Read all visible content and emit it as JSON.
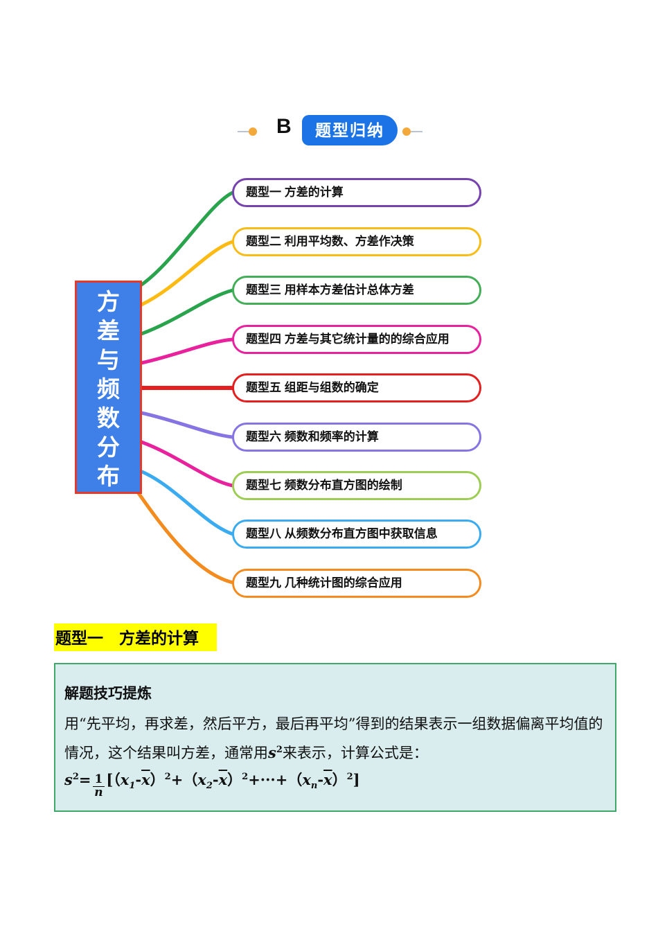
{
  "header": {
    "prefix_letter": "B",
    "badge_label": "题型归纳",
    "badge_color": "#1b73e6",
    "dot_color": "#f2a83a",
    "line_color": "#b9c4d4"
  },
  "mindmap": {
    "central_topic": {
      "text": "方差与频数分布",
      "bg_color": "#3e7fe8",
      "border_color": "#e6392c"
    },
    "branches": [
      {
        "label": "题型一 方差的计算",
        "border_color": "#7642ad",
        "curve_color": "#2aa34d"
      },
      {
        "label": "题型二  利用平均数、方差作决策",
        "border_color": "#f8bc16",
        "curve_color": "#fcba12"
      },
      {
        "label": "题型三 用样本方差估计总体方差",
        "border_color": "#44ad58",
        "curve_color": "#2aa34d"
      },
      {
        "label": "题型四  方差与其它统计量的的综合应用",
        "border_color": "#e8219d",
        "curve_color": "#e8219d"
      },
      {
        "label": "题型五 组距与组数的确定",
        "border_color": "#e31f1f",
        "curve_color": "#e31f1f"
      },
      {
        "label": "题型六 频数和频率的计算",
        "border_color": "#8674e2",
        "curve_color": "#8674e2"
      },
      {
        "label": "题型七 频数分布直方图的绘制",
        "border_color": "#9ecd55",
        "curve_color": "#e8219d"
      },
      {
        "label": "题型八 从频数分布直方图中获取信息",
        "border_color": "#3aabf0",
        "curve_color": "#3aabf0"
      },
      {
        "label": "题型九 几种统计图的综合应用",
        "border_color": "#f38b1f",
        "curve_color": "#f38b1f"
      }
    ]
  },
  "section": {
    "heading": "题型一　方差的计算",
    "highlight_color": "#ffff00"
  },
  "tip_box": {
    "bg_color": "#d9edee",
    "border_color": "#3fa768",
    "title": "解题技巧提炼",
    "paragraph_before_s": "用“先平均，再求差，然后平方，最后再平均”得到的结果表示一组数据偏离平均值的情况，这个结果叫方差，通常用",
    "s_symbol": "s",
    "s_sup": "2",
    "paragraph_after_s": "来表示，计算公式是：",
    "formula": {
      "lhs": "s",
      "lhs_sup": "2",
      "equals": "=",
      "frac_num": "1",
      "frac_den": "n",
      "open_bracket": "[",
      "plus": "+",
      "dots": "+···+",
      "close_bracket": "]",
      "terms": [
        {
          "open": "（",
          "var": "x",
          "sub": "1",
          "minus": "-",
          "bar_var": "x",
          "close": "）",
          "sup": "2"
        },
        {
          "open": "（",
          "var": "x",
          "sub": "2",
          "minus": "-",
          "bar_var": "x",
          "close": "）",
          "sup": "2"
        },
        {
          "open": "（",
          "var": "x",
          "sub": "n",
          "minus": "-",
          "bar_var": "x",
          "close": "）",
          "sup": "2"
        }
      ]
    }
  }
}
